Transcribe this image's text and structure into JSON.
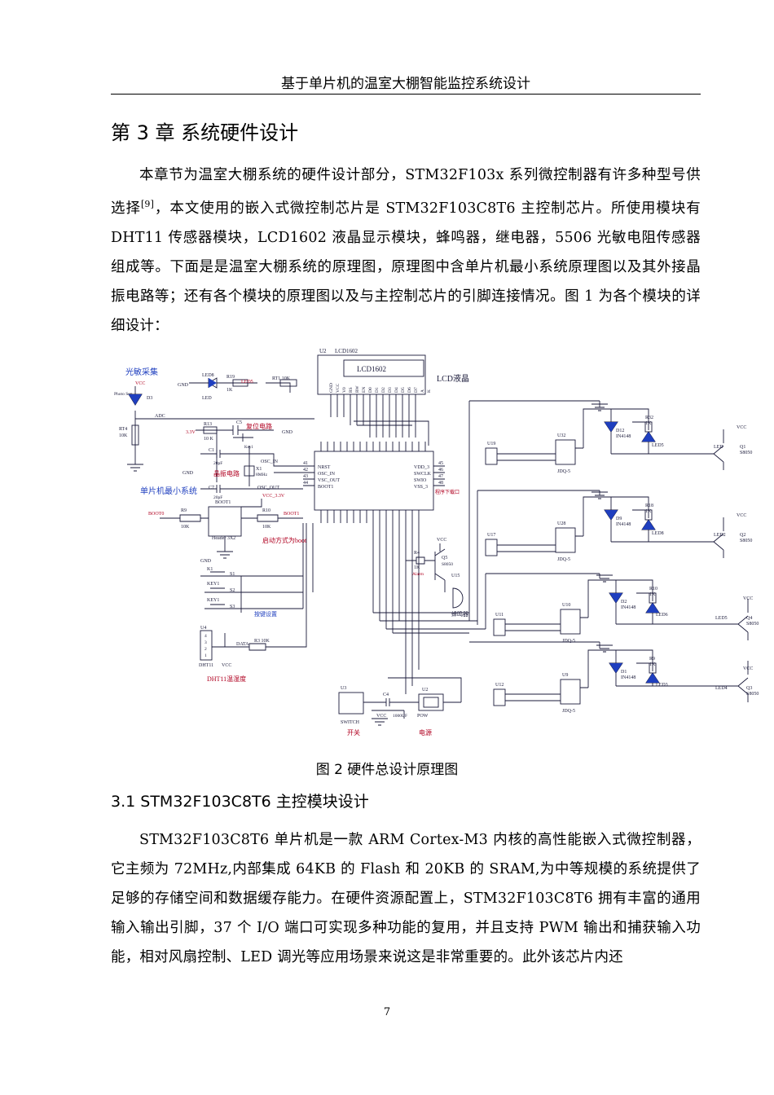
{
  "header": {
    "running_title": "基于单片机的温室大棚智能监控系统设计"
  },
  "chapter": {
    "title": "第 3 章  系统硬件设计"
  },
  "paragraph_1": {
    "text_a": "本章节为温室大棚系统的硬件设计部分，STM32F103x 系列微控制器有许多种型号供选择",
    "citation": "[9]",
    "text_b": "，本文使用的嵌入式微控制芯片是 STM32F103C8T6 主控制芯片。所使用模块有 DHT11 传感器模块，LCD1602 液晶显示模块，蜂鸣器，继电器，5506 光敏电阻传感器组成等。下面是是温室大棚系统的原理图，原理图中含单片机最小系统原理图以及其外接晶振电路等；还有各个模块的原理图以及与主控制芯片的引脚连接情况。图 1 为各个模块的详细设计："
  },
  "schematic": {
    "lcd_ref": "U2",
    "lcd_name": "LCD1602",
    "lcd_module_label": "LCD1602",
    "lcd_caption": "LCD液晶",
    "lcd_pins": [
      "GND",
      "VCC",
      "V0",
      "RS",
      "RW",
      "EN",
      "D0",
      "D1",
      "D2",
      "D3",
      "D4",
      "D5",
      "D6",
      "D7",
      "A",
      "K"
    ],
    "light_caption": "光敏采集",
    "photo_label": "Photo Sen",
    "d3": "D3",
    "rt4": "RT4",
    "rt4_val": "10K",
    "adc": "ADC",
    "led8": "LED8",
    "led_txt": "LED",
    "r19": "R19",
    "r19_val": "1K",
    "led5_net": "LED5",
    "rt1": "RT1 10K",
    "gnd": "GND",
    "vcc": "VCC",
    "v33": "3.3V",
    "vcc33": "VCC_3.3V",
    "r13": "R13",
    "r13_val": "10 K",
    "c5": "C5",
    "reset_caption": "复位电路",
    "key1": "Key1",
    "c1": "C1",
    "pf20": "20pF",
    "osc_in": "OSC_IN",
    "osc_out": "OSC_OUT",
    "x1": "X1",
    "x1_val": "8MHz",
    "crystal_caption": "晶振电路",
    "c7": "C7",
    "min_system_caption": "单片机最小系统",
    "boot1_hdr": "BOOT1",
    "header_name": "Header 3X2",
    "boot0": "BOOT0",
    "r9": "R9",
    "r9_val": "10K",
    "r10": "R10",
    "r10_val": "10K",
    "boot1_net": "BOOT1",
    "boot_caption": "启动方式为boot",
    "mcu_left_pins": [
      "NRST",
      "OSC_IN",
      "VSC_OUT",
      "BOOT1"
    ],
    "mcu_left_nums": [
      "41",
      "42",
      "43",
      "44"
    ],
    "mcu_right_pins": [
      "VDD_3",
      "SWCLK",
      "SWIO",
      "VSS_3"
    ],
    "mcu_right_nums": [
      "45",
      "46",
      "47",
      "48"
    ],
    "program_caption": "程序下载口",
    "k1": "K1",
    "keyn": "KEY1",
    "s1": "S1",
    "s2": "S2",
    "s3": "S3",
    "keys_caption": "按键设置",
    "u4": "U4",
    "dht_pins": [
      "4",
      "3",
      "2",
      "1"
    ],
    "dht_name": "DHT11",
    "data": "DATA",
    "r3": "R3 10K",
    "dht_caption": "DHT11温湿度",
    "r4": "R4",
    "r4_val": "1K",
    "alarm": "Alarm",
    "q5": "Q5",
    "s8050": "S8050",
    "u15": "U15",
    "buzzer": "蜂鸣器",
    "u3": "U3",
    "switch_name": "SWITCH",
    "switch_caption": "开关",
    "c4": "C4",
    "cap_val": "1000UF",
    "u2p": "U2",
    "pow": "POW",
    "power_caption": "电源",
    "relays": [
      {
        "u": "U19",
        "jdq": "U32",
        "d": "D12",
        "dval": "IN4148",
        "r": "R32",
        "rval": "1K",
        "led": "LED5",
        "net": "LED",
        "q": "Q1"
      },
      {
        "u": "U17",
        "jdq": "U28",
        "d": "D9",
        "dval": "IN4148",
        "r": "R18",
        "rval": "1K",
        "led": "LED8",
        "net": "LED2",
        "q": "Q2"
      },
      {
        "u": "U11",
        "jdq": "U10",
        "d": "D2",
        "dval": "IN4148",
        "r": "R10",
        "rval": "1K",
        "led": "LED6",
        "net": "LED5",
        "q": "Q4"
      },
      {
        "u": "U12",
        "jdq": "U9",
        "d": "D1",
        "dval": "IN4148",
        "r": "R9",
        "rval": "1K",
        "led": "LED3",
        "net": "LED4",
        "q": "Q3"
      }
    ],
    "jdq_name": "JDQ-5"
  },
  "figure": {
    "caption": "图 2 硬件总设计原理图"
  },
  "section": {
    "title": "3.1 STM32F103C8T6 主控模块设计"
  },
  "paragraph_2": {
    "text": "STM32F103C8T6 单片机是一款 ARM Cortex-M3 内核的高性能嵌入式微控制器，它主频为 72MHz,内部集成 64KB 的 Flash 和 20KB 的 SRAM,为中等规模的系统提供了足够的存储空间和数据缓存能力。在硬件资源配置上，STM32F103C8T6 拥有丰富的通用输入输出引脚，37 个 I/O 端口可实现多种功能的复用，并且支持 PWM 输出和捕获输入功能，相对风扇控制、LED 调光等应用场景来说这是非常重要的。此外该芯片内还"
  },
  "footer": {
    "page_number": "7"
  },
  "colors": {
    "text": "#000000",
    "schematic_line": "#1a1a3a",
    "schematic_label_red": "#b00020",
    "component_blue": "#1f3fbf"
  }
}
